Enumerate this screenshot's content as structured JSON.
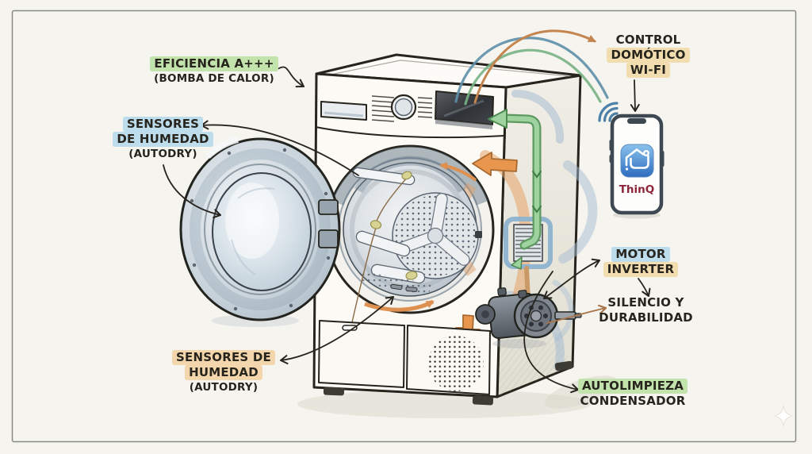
{
  "labels": {
    "efficiency": {
      "line1": "EFICIENCIA A+++",
      "line2": "(BOMBA DE CALOR)"
    },
    "humidity_sensors_top": {
      "line1": "SENSORES",
      "line2": "DE HUMEDAD",
      "line3": "(AUTODRY)"
    },
    "wifi_control": {
      "line1": "CONTROL",
      "line2": "DOMÓTICO",
      "line3": "WI-FI"
    },
    "inverter_motor": {
      "line1": "MOTOR",
      "line2": "INVERTER"
    },
    "silence": {
      "line1": "SILENCIO Y",
      "line2": "DURABILIDAD"
    },
    "humidity_sensors_bottom": {
      "line1": "SENSORES DE",
      "line2": "HUMEDAD",
      "line3": "(AUTODRY)"
    },
    "condenser": {
      "line1": "AUTOLIMPIEZA",
      "line2": "CONDENSADOR"
    }
  },
  "phone": {
    "app_name": "ThinQ"
  },
  "colors": {
    "paper": "#f5f4ee",
    "ink": "#26241d",
    "highlight_green": "#c3e3ac",
    "highlight_blue": "#bddcec",
    "highlight_tan": "#f2ddb0",
    "highlight_orange": "#f3d6ac",
    "duct_green": "#9ed3a0",
    "airflow_orange": "#e8954e",
    "wifi_blue": "#4e81a8",
    "thinq_red": "#8e2639",
    "app_blue": "#2e6cc0"
  }
}
